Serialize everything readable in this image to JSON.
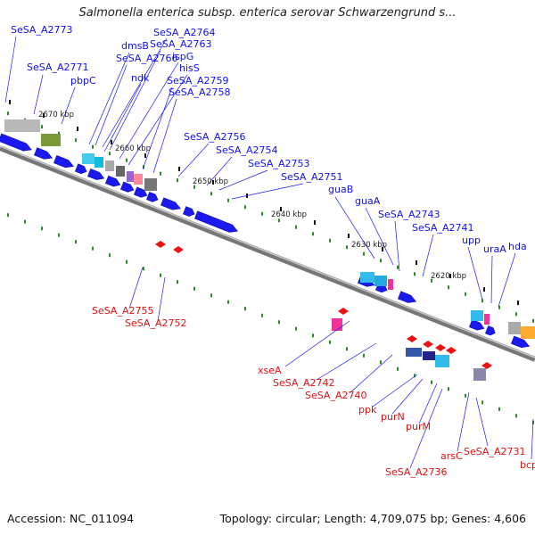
{
  "title": "Salmonella enterica subsp. enterica serovar Schwarzengrund s...",
  "footer": {
    "accession": "Accession: NC_011094",
    "summary": "Topology: circular; Length: 4,709,075 bp; Genes: 4,606"
  },
  "colors": {
    "forward": "#1a1aee",
    "reverse": "#ee1111",
    "backbone": "#8a8a8a",
    "gc_tick": "#2a8a2a"
  },
  "kbp_labels": [
    "2670 kbp",
    "2660 kbp",
    "2650 kbp",
    "2640 kbp",
    "2630 kbp",
    "2620 kbp"
  ],
  "forward_labels": [
    "SeSA_A2773",
    "SeSA_A2771",
    "pbpC",
    "dmsB",
    "SeSA_A2764",
    "SeSA_A2763",
    "SeSA_A2766",
    "ispG",
    "ndk",
    "hisS",
    "SeSA_A2759",
    "SeSA_A2758",
    "SeSA_A2756",
    "SeSA_A2754",
    "SeSA_A2753",
    "SeSA_A2751",
    "guaB",
    "guaA",
    "SeSA_A2743",
    "SeSA_A2741",
    "upp",
    "uraA",
    "hda"
  ],
  "reverse_labels": [
    "SeSA_A2755",
    "SeSA_A2752",
    "xseA",
    "SeSA_A2742",
    "SeSA_A2740",
    "ppk",
    "purN",
    "purM",
    "arsC",
    "SeSA_A2731",
    "SeSA_A2736",
    "bcp"
  ]
}
